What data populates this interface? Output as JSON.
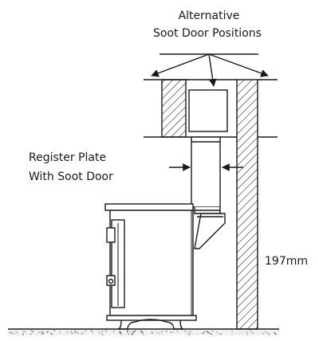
{
  "labels": {
    "alt_line1": "Alternative",
    "alt_line2": "Soot Door Positions",
    "reg_line1": "Register Plate",
    "reg_line2": "With Soot Door",
    "dimension": "197mm"
  },
  "colors": {
    "line": "#1a1a1a",
    "background": "#ffffff",
    "ground": "#777777"
  }
}
